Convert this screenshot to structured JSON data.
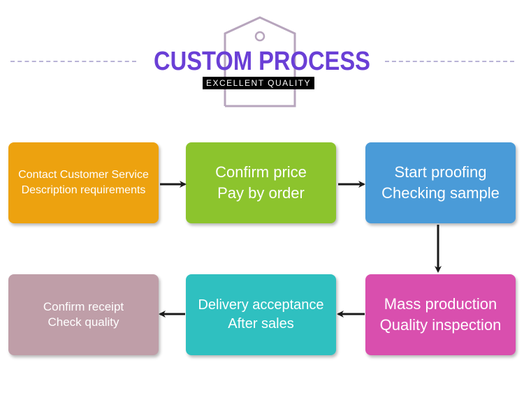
{
  "header": {
    "title": "CUSTOM PROCESS",
    "subtitle": "EXCELLENT QUALITY",
    "title_color": "#6a3fd6",
    "tag_outline_color": "#b7a5bd",
    "dash_color": "#b9b3d6"
  },
  "steps": [
    {
      "id": 1,
      "lines": [
        "Contact Customer Service",
        "Description requirements"
      ],
      "color": "#eda20f"
    },
    {
      "id": 2,
      "lines": [
        "Confirm price",
        "Pay by order"
      ],
      "color": "#8cc42d"
    },
    {
      "id": 3,
      "lines": [
        "Start proofing",
        "Checking sample"
      ],
      "color": "#4a9bd8"
    },
    {
      "id": 4,
      "lines": [
        "Mass production",
        "Quality inspection"
      ],
      "color": "#d94fae"
    },
    {
      "id": 5,
      "lines": [
        "Delivery acceptance",
        "After sales"
      ],
      "color": "#2fc0c0"
    },
    {
      "id": 6,
      "lines": [
        "Confirm receipt",
        "Check quality"
      ],
      "color": "#bf9ea8"
    }
  ],
  "flow": [
    {
      "from": 1,
      "to": 2,
      "direction": "right"
    },
    {
      "from": 2,
      "to": 3,
      "direction": "right"
    },
    {
      "from": 3,
      "to": 4,
      "direction": "down"
    },
    {
      "from": 4,
      "to": 5,
      "direction": "left"
    },
    {
      "from": 5,
      "to": 6,
      "direction": "left"
    }
  ]
}
